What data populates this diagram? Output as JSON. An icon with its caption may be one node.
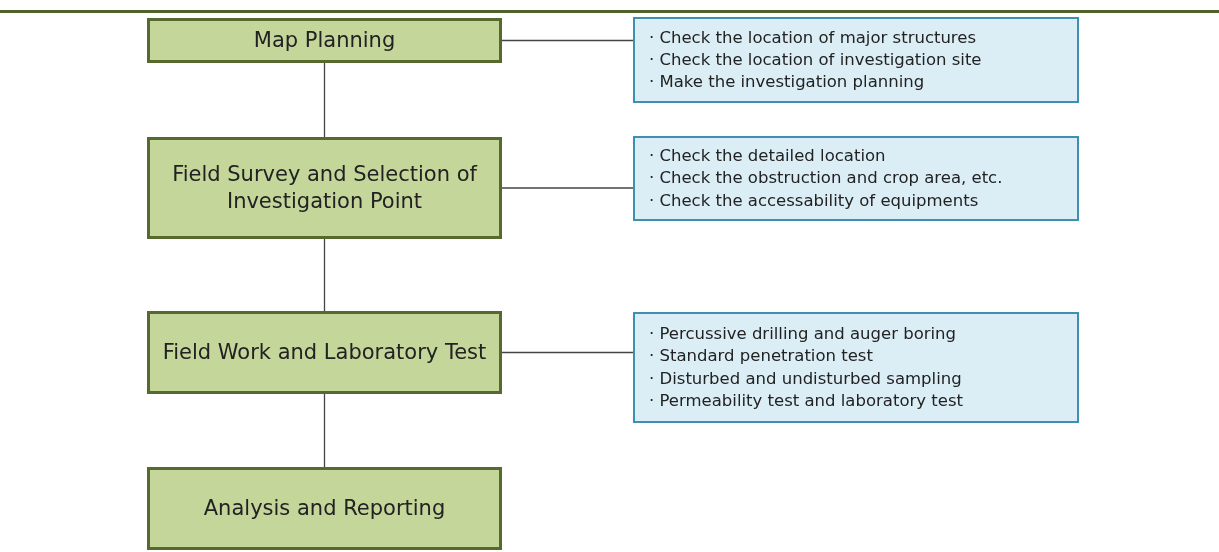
{
  "diagram": {
    "nodes": [
      {
        "text": [
          "Map Planning"
        ]
      },
      {
        "text": [
          "· Check the location of major structures",
          "· Check the location of investigation site",
          "· Make the investigation planning"
        ]
      },
      {
        "text": [
          "Field Survey and Selection of Investigation Point"
        ]
      },
      {
        "text": [
          "· Check the detailed location",
          "· Check the obstruction and crop area, etc.",
          "· Check the accessability of equipments"
        ]
      },
      {
        "text": [
          "Field Work and Laboratory Test"
        ]
      },
      {
        "text": [
          "· Percussive drilling and auger boring",
          "· Standard penetration test",
          "· Disturbed and undisturbed sampling",
          "· Permeability test and laboratory test"
        ]
      },
      {
        "text": [
          "Analysis and Reporting"
        ]
      }
    ],
    "edges": [
      {
        "from": 0,
        "to": 2,
        "arrow": "none"
      },
      {
        "from": 2,
        "to": 4,
        "arrow": "none"
      },
      {
        "from": 4,
        "to": 6,
        "arrow": "none"
      },
      {
        "from": 0,
        "to": 1,
        "arrow": "none"
      },
      {
        "from": 2,
        "to": 3,
        "arrow": "none"
      },
      {
        "from": 4,
        "to": 5,
        "arrow": "none"
      }
    ]
  }
}
